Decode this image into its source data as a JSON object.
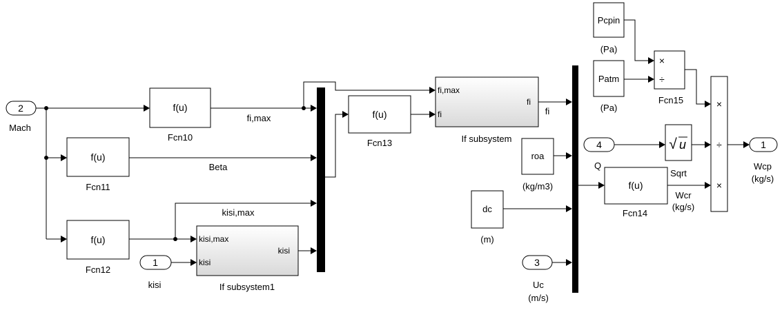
{
  "blocks": {
    "mach": {
      "num": "2",
      "label": "Mach"
    },
    "kisi_in": {
      "num": "1",
      "label": "kisi"
    },
    "q_in": {
      "num": "4",
      "label": "Q"
    },
    "uc_in": {
      "num": "3",
      "label": "Uc",
      "unit": "(m/s)"
    },
    "wcp_out": {
      "num": "1",
      "label": "Wcp",
      "unit": "(kg/s)"
    },
    "fcn10": {
      "text": "f(u)",
      "name": "Fcn10"
    },
    "fcn11": {
      "text": "f(u)",
      "name": "Fcn11"
    },
    "fcn12": {
      "text": "f(u)",
      "name": "Fcn12"
    },
    "fcn13": {
      "text": "f(u)",
      "name": "Fcn13"
    },
    "fcn14": {
      "text": "f(u)",
      "name": "Fcn14"
    },
    "fcn15": {
      "name": "Fcn15",
      "in1": "×",
      "in2": "÷"
    },
    "if_sub": {
      "name": "If subsystem",
      "in1": "fi,max",
      "in2": "fi",
      "out": "fi"
    },
    "if_sub1": {
      "name": "If subsystem1",
      "in1": "kisi,max",
      "in2": "kisi",
      "out": "kisi"
    },
    "pcpin": {
      "text": "Pcpin",
      "unit": "(Pa)"
    },
    "patm": {
      "text": "Patm",
      "unit": "(Pa)"
    },
    "roa": {
      "text": "roa",
      "unit": "(kg/m3)"
    },
    "dc": {
      "text": "dc",
      "unit": "(m)"
    },
    "sqrt": {
      "name": "Sqrt",
      "radical": "√",
      "var": "u"
    },
    "divide": {
      "op1": "×",
      "op2": "÷",
      "op3": "×"
    }
  },
  "signals": {
    "fimax": "fi,max",
    "beta": "Beta",
    "kisimax": "kisi,max",
    "fi": "fi",
    "wcr": "Wcr",
    "wcr_unit": "(kg/s)"
  }
}
